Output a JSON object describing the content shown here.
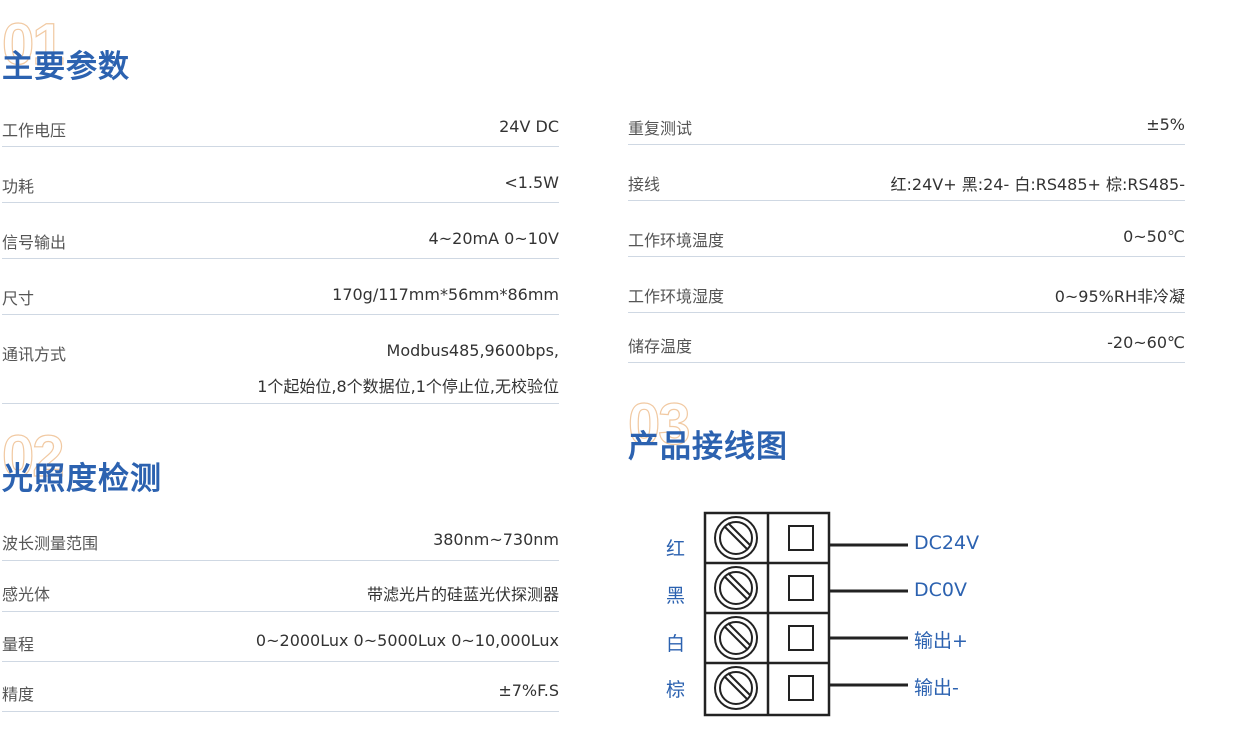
{
  "sections": {
    "s1": {
      "num": "01",
      "title": "主要参数"
    },
    "s2": {
      "num": "02",
      "title": "光照度检测"
    },
    "s3": {
      "num": "03",
      "title": "产品接线图"
    }
  },
  "params_left": [
    {
      "key": "工作电压",
      "value": "24V DC"
    },
    {
      "key": "功耗",
      "value": "<1.5W"
    },
    {
      "key": "信号输出",
      "value": "4~20mA 0~10V"
    },
    {
      "key": "尺寸",
      "value": "170g/117mm*56mm*86mm"
    },
    {
      "key": "通讯方式",
      "value": "Modbus485,9600bps,",
      "value2": "1个起始位,8个数据位,1个停止位,无校验位"
    }
  ],
  "params_right": [
    {
      "key": "重复测试",
      "value": "±5%"
    },
    {
      "key": "接线",
      "value": "红:24V+ 黑:24- 白:RS485+ 棕:RS485-"
    },
    {
      "key": "工作环境温度",
      "value": "0~50℃"
    },
    {
      "key": "工作环境湿度",
      "value": "0~95%RH非冷凝"
    },
    {
      "key": "储存温度",
      "value": "-20~60℃"
    }
  ],
  "light": [
    {
      "key": "波长测量范围",
      "value": "380nm~730nm"
    },
    {
      "key": "感光体",
      "value": "带滤光片的硅蓝光伏探测器"
    },
    {
      "key": "量程",
      "value": "0~2000Lux 0~5000Lux 0~10,000Lux"
    },
    {
      "key": "精度",
      "value": "±7%F.S"
    }
  ],
  "wiring": {
    "wires": [
      {
        "color": "红",
        "output": "DC24V"
      },
      {
        "color": "黑",
        "output": "DC0V"
      },
      {
        "color": "白",
        "output": "输出+"
      },
      {
        "color": "棕",
        "output": "输出-"
      }
    ]
  },
  "colors": {
    "accent": "#2c62b0",
    "number_outline": "#f1c9a2",
    "divider": "#cfd8e3"
  }
}
